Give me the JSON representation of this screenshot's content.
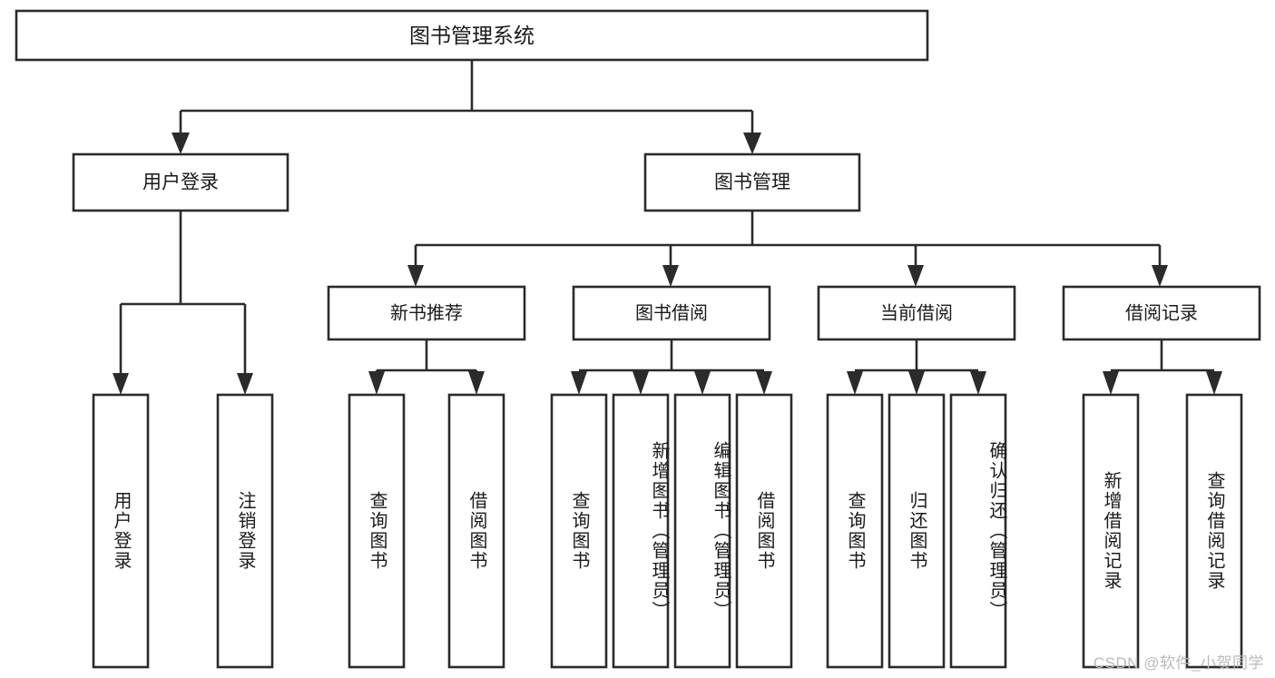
{
  "diagram": {
    "type": "hierarchy-tree",
    "title": "图书管理系统",
    "watermark": "CSDN @软件_小贺同学",
    "colors": {
      "stroke": "#2b2b2b",
      "box_fill": "#ffffff",
      "text": "#1a1a1a",
      "background": "#ffffff",
      "watermark": "#b9b9b9"
    },
    "root": {
      "label": "图书管理系统"
    },
    "level2": [
      {
        "label": "用户登录"
      },
      {
        "label": "图书管理"
      }
    ],
    "level3": [
      {
        "label": "新书推荐"
      },
      {
        "label": "图书借阅"
      },
      {
        "label": "当前借阅"
      },
      {
        "label": "借阅记录"
      }
    ],
    "leaves": {
      "user_login": [
        {
          "label": "用户登录"
        },
        {
          "label": "注销登录"
        }
      ],
      "new_book_recommend": [
        {
          "label": "查询图书"
        },
        {
          "label": "借阅图书"
        }
      ],
      "book_borrow": [
        {
          "label": "查询图书"
        },
        {
          "label": "新增图书（管理员）"
        },
        {
          "label": "编辑图书（管理员）"
        },
        {
          "label": "借阅图书"
        }
      ],
      "current_borrow": [
        {
          "label": "查询图书"
        },
        {
          "label": "归还图书"
        },
        {
          "label": "确认归还（管理员）"
        }
      ],
      "borrow_record": [
        {
          "label": "新增借阅记录"
        },
        {
          "label": "查询借阅记录"
        }
      ]
    }
  }
}
